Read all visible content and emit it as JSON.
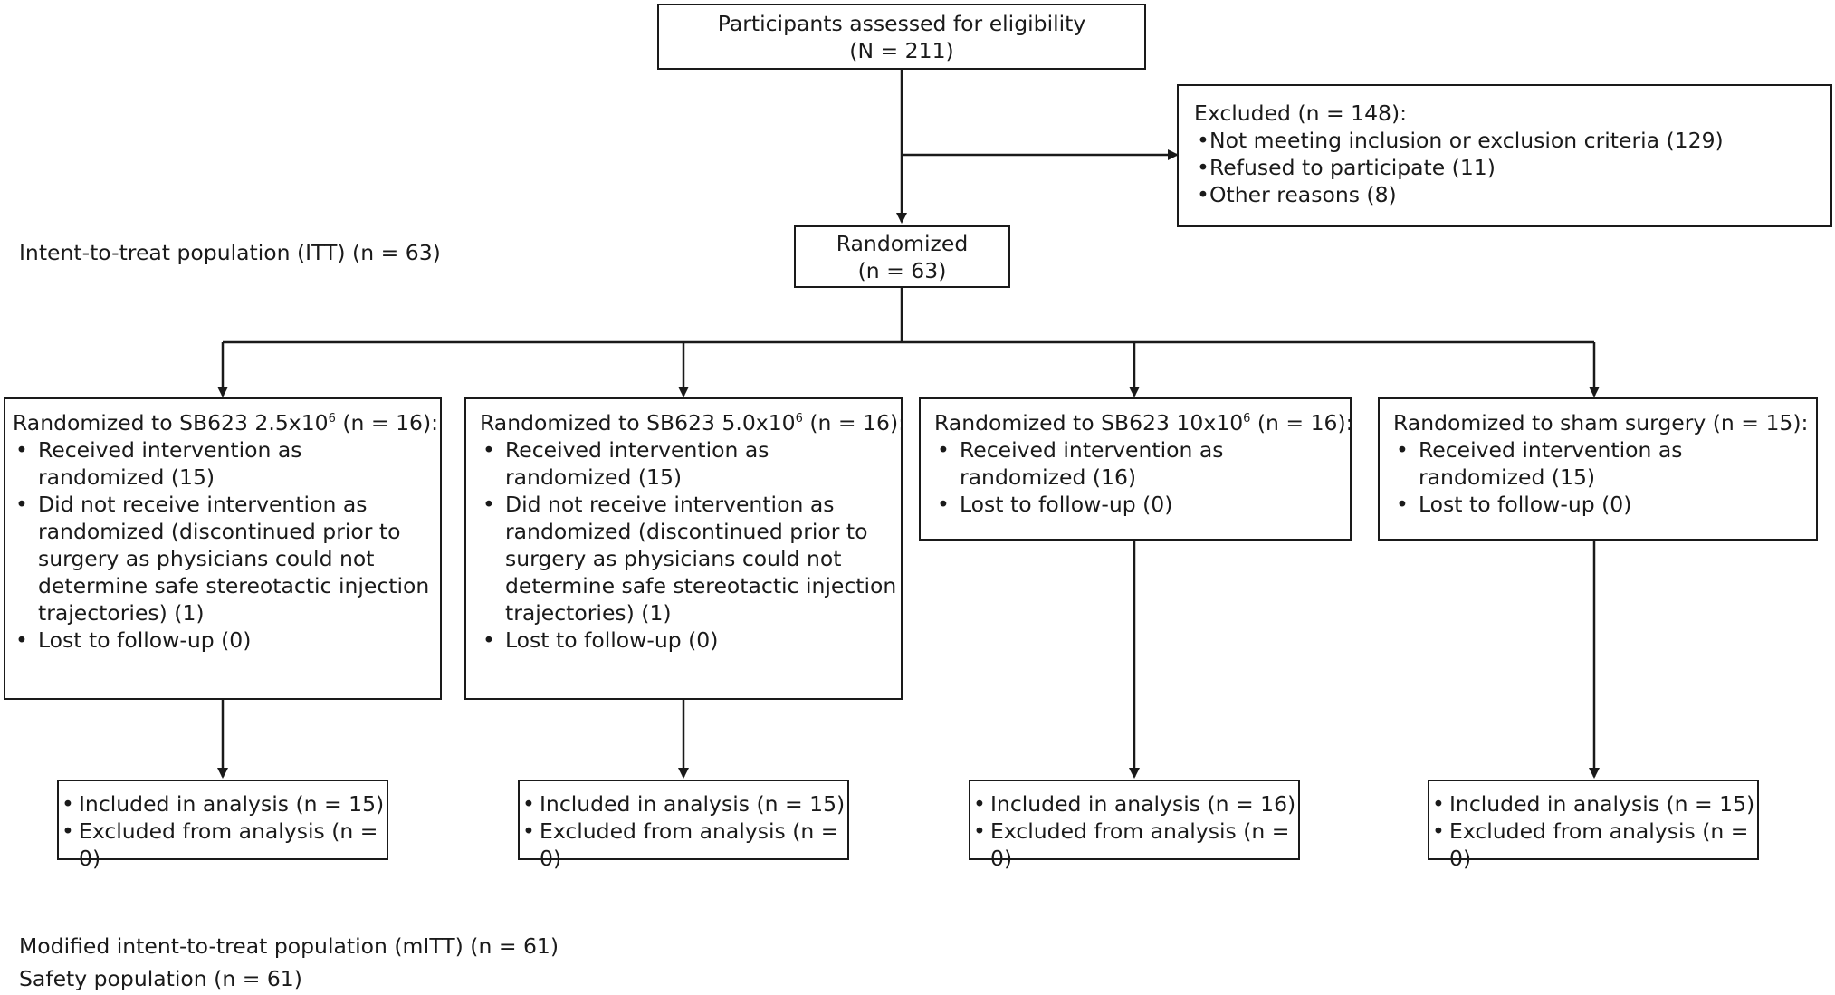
{
  "assessed": {
    "title": "Participants assessed for eligibility",
    "count": "(N = 211)"
  },
  "excluded": {
    "title": "Excluded (n = 148):",
    "items": [
      "Not meeting inclusion or exclusion criteria (129)",
      "Refused to participate (11)",
      "Other reasons (8)"
    ]
  },
  "randomized": {
    "title": "Randomized",
    "count": "(n = 63)"
  },
  "itt_label": "Intent-to-treat population (ITT) (n = 63)",
  "arms": [
    {
      "title_pre": "Randomized to SB623 2.5x10",
      "title_sup": "6",
      "title_post": " (n = 16):",
      "items": [
        [
          "Received intervention as",
          "randomized (15)"
        ],
        [
          "Did not receive intervention as",
          "randomized (discontinued prior to",
          "surgery as physicians could not",
          "determine safe stereotactic injection",
          "trajectories) (1)"
        ],
        [
          "Lost to follow-up (0)"
        ]
      ],
      "analysis": [
        "Included in analysis (n = 15)",
        "Excluded from analysis (n = 0)"
      ]
    },
    {
      "title_pre": "Randomized to SB623 5.0x10",
      "title_sup": "6",
      "title_post": " (n = 16):",
      "items": [
        [
          "Received intervention as",
          "randomized (15)"
        ],
        [
          "Did not receive intervention as",
          "randomized (discontinued prior to",
          "surgery as physicians could not",
          "determine safe stereotactic injection",
          "trajectories) (1)"
        ],
        [
          "Lost to follow-up (0)"
        ]
      ],
      "analysis": [
        "Included in analysis (n = 15)",
        "Excluded from analysis (n = 0)"
      ]
    },
    {
      "title_pre": "Randomized to SB623 10x10",
      "title_sup": "6",
      "title_post": " (n = 16):",
      "items": [
        [
          "Received intervention as",
          "randomized (16)"
        ],
        [
          "Lost to follow-up (0)"
        ]
      ],
      "analysis": [
        "Included in analysis (n = 16)",
        "Excluded from analysis (n = 0)"
      ]
    },
    {
      "title_pre": "Randomized to sham surgery (n = 15):",
      "title_sup": "",
      "title_post": "",
      "items": [
        [
          "Received intervention as",
          "randomized (15)"
        ],
        [
          "Lost to follow-up (0)"
        ]
      ],
      "analysis": [
        "Included in analysis (n = 15)",
        "Excluded from analysis (n = 0)"
      ]
    }
  ],
  "mitt_label": "Modified intent-to-treat population (mITT) (n = 61)",
  "safety_label": "Safety population (n = 61)"
}
